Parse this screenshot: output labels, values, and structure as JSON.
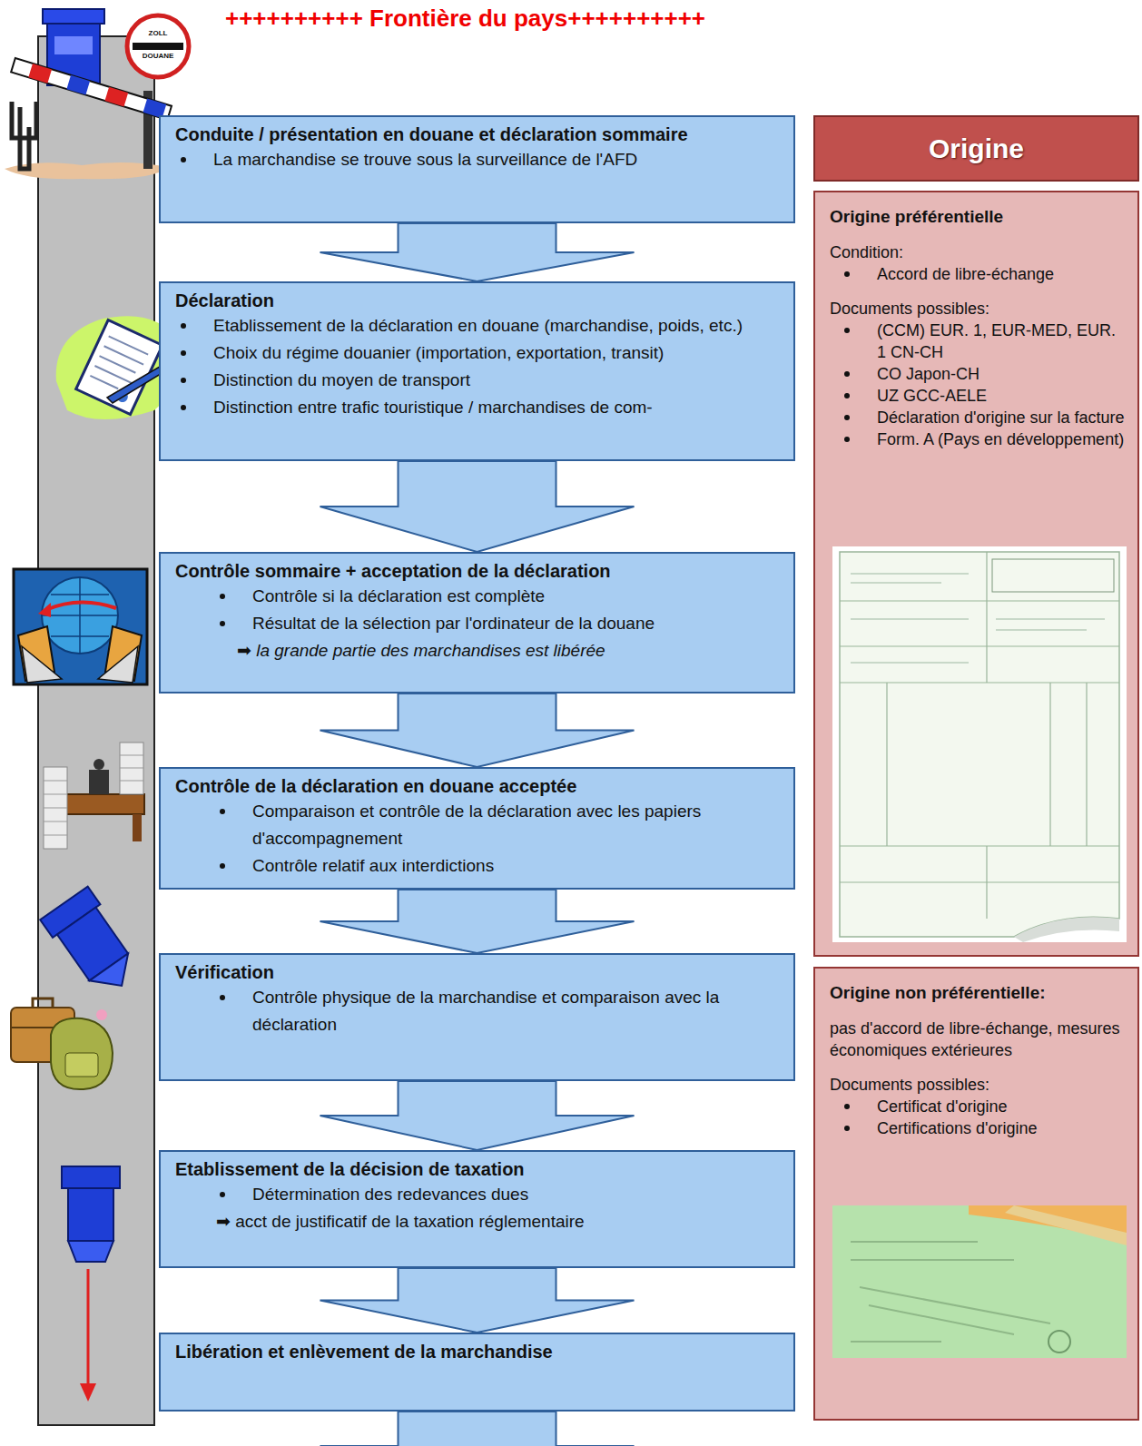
{
  "diagram": {
    "title": "++++++++++ Frontière du pays++++++++++",
    "nodes": [
      {
        "text": [
          "Conduite / présentation en douane et déclaration sommaire",
          "La marchandise se trouve sous la surveillance de l'AFD"
        ]
      },
      {
        "text": [
          "Déclaration",
          "Etablissement de la déclaration en douane (marchandise, poids, etc.)",
          "Choix du régime douanier (importation, exportation, transit)",
          "Distinction du moyen de transport",
          "Distinction entre trafic touristique / marchandises de com-"
        ]
      },
      {
        "text": [
          "Contrôle sommaire + acceptation de la déclaration",
          "Contrôle si la déclaration est complète",
          "Résultat de la sélection par l'ordinateur de la douane",
          "➡ la grande partie des marchandises est libérée"
        ]
      },
      {
        "text": [
          "Contrôle de la déclaration en douane acceptée",
          "Comparaison et contrôle de la déclaration avec les papiers d'accompagnement",
          "Contrôle relatif aux interdictions"
        ]
      },
      {
        "text": [
          "Vérification",
          "Contrôle physique de la marchandise et comparaison avec la déclaration"
        ]
      },
      {
        "text": [
          "Etablissement de la décision de taxation",
          "Détermination des redevances dues",
          "➡ acct de justificatif de la taxation réglementaire"
        ]
      },
      {
        "text": [
          "Libération et enlèvement de la marchandise"
        ]
      },
      {
        "text": [
          "Origine"
        ]
      },
      {
        "text": [
          "Origine préférentielle",
          "Condition:",
          "Accord de libre-échange",
          "Documents possibles:",
          "(CCM) EUR. 1, EUR-MED, EUR. 1 CN-CH",
          "CO Japon-CH",
          "UZ GCC-AELE",
          "Déclaration d'origine sur la facture",
          "Form. A (Pays en développement)"
        ]
      },
      {
        "text": [
          "Origine non préférentielle:",
          "pas d'accord de libre-échange, mesures économiques extérieures",
          "Documents possibles:",
          "Certificat d'origine",
          "Certifications d'origine"
        ]
      }
    ],
    "edges": [
      {
        "from": 0,
        "to": 1,
        "arrow": "to"
      },
      {
        "from": 1,
        "to": 2,
        "arrow": "to"
      },
      {
        "from": 2,
        "to": 3,
        "arrow": "to"
      },
      {
        "from": 3,
        "to": 4,
        "arrow": "to"
      },
      {
        "from": 4,
        "to": 5,
        "arrow": "to"
      },
      {
        "from": 5,
        "to": 6,
        "arrow": "to"
      }
    ],
    "labels": [
      "ZOLL",
      "DOUANE"
    ]
  }
}
